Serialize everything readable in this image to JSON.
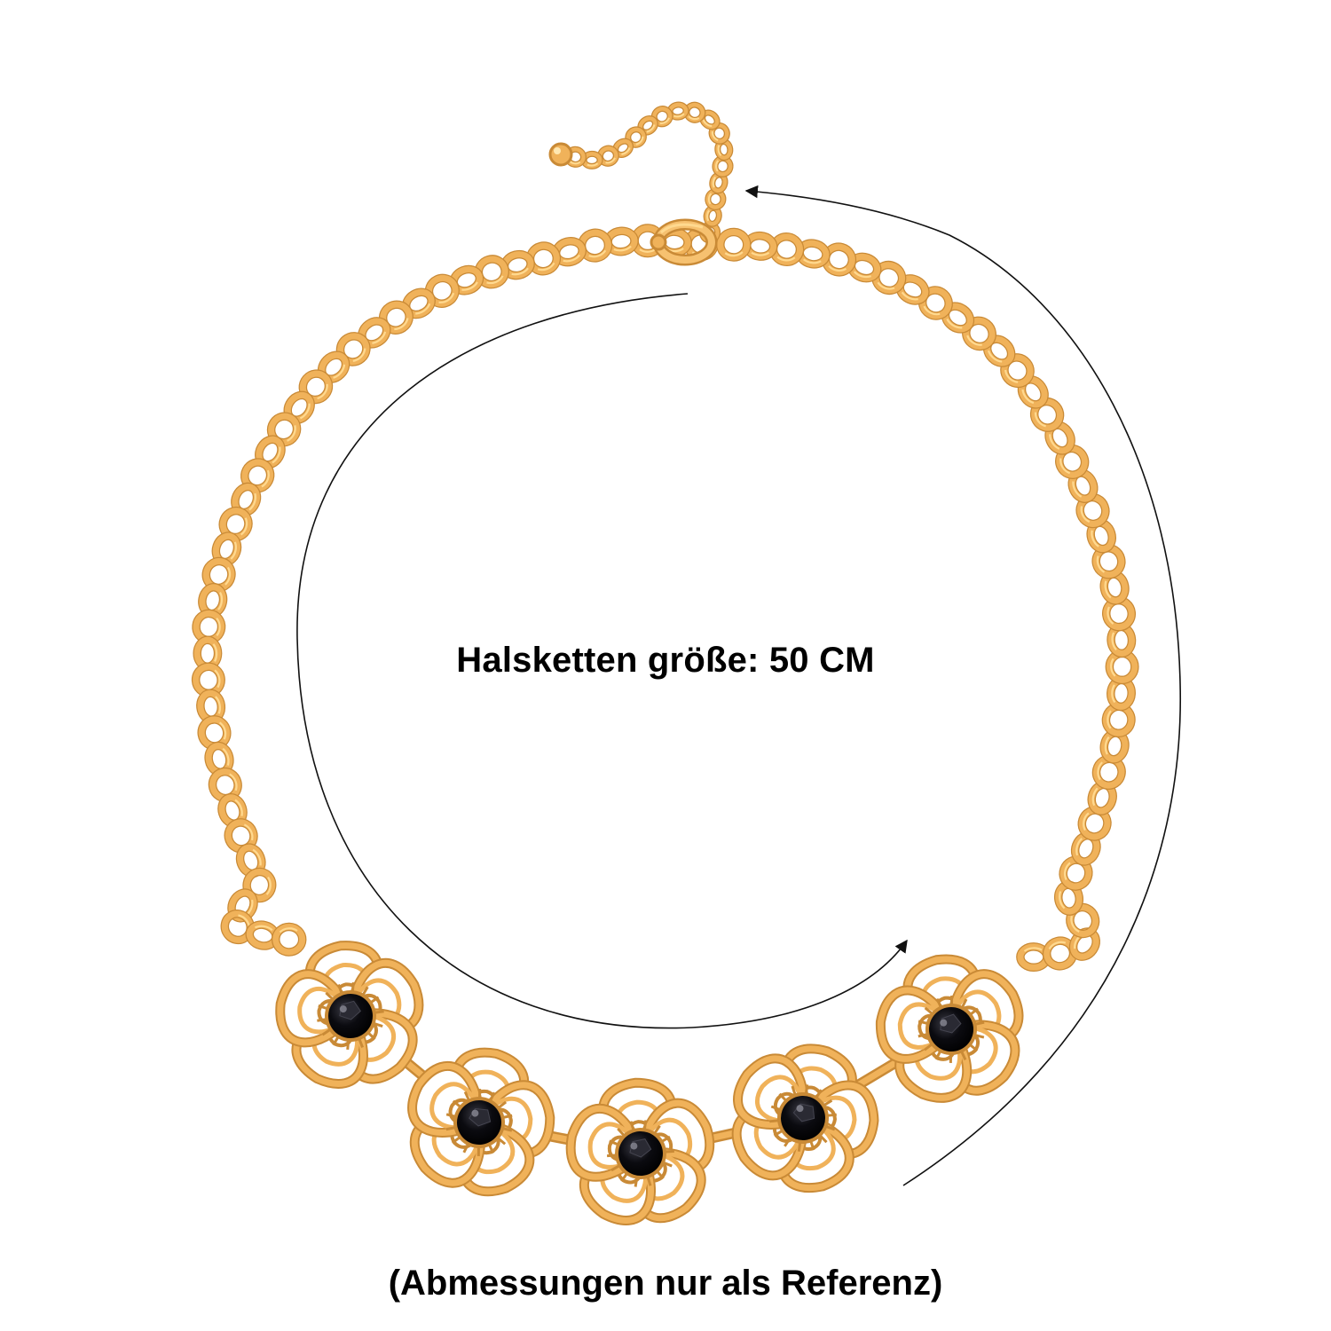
{
  "captions": {
    "necklace_size": "Halsketten größe: 50 CM",
    "disclaimer": "(Abmessungen nur als Referenz)"
  },
  "colors": {
    "gold": "#f0b25a",
    "gold_dark": "#c98a36",
    "gold_light": "#ffd98f",
    "bead": "#0b0b10",
    "line": "#111111",
    "background": "#ffffff"
  },
  "product": {
    "flower_count": 5,
    "bead_icon": "faceted-black-bead-icon",
    "clasp_icon": "lobster-clasp-icon",
    "measure_icon": "measure-arrow-icon"
  }
}
